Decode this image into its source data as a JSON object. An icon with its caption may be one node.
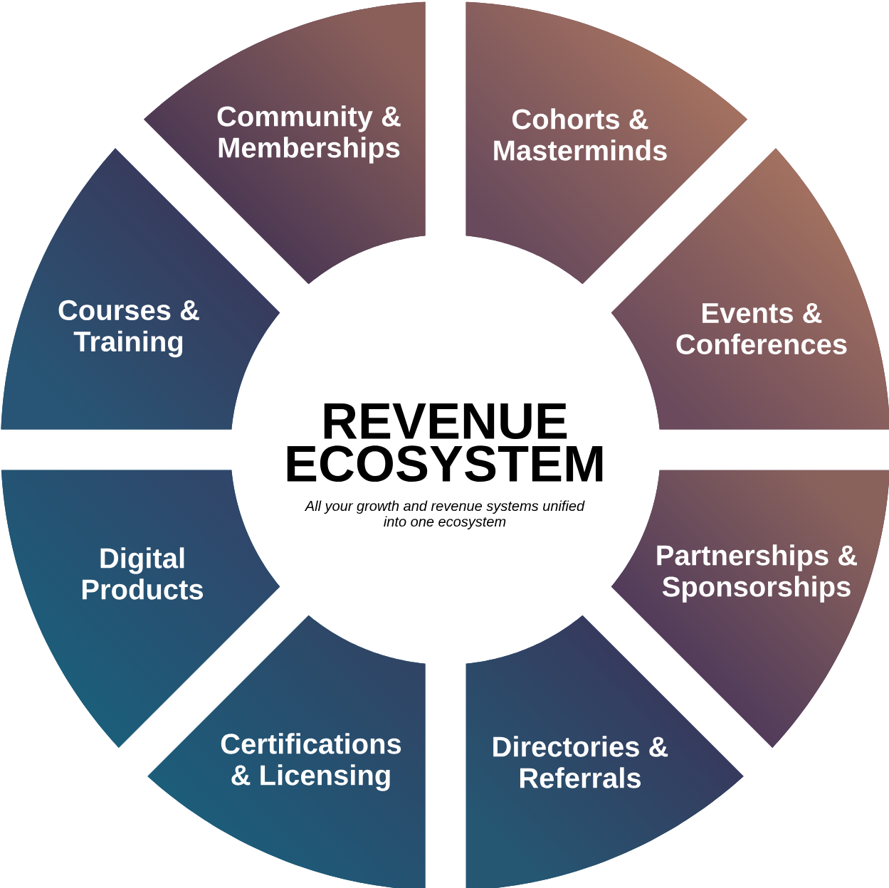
{
  "diagram": {
    "title": "REVENUE ECOSYSTEM",
    "nodes": [
      {
        "text": [
          "Community & Memberships"
        ]
      },
      {
        "text": [
          "Cohorts & Masterminds"
        ]
      },
      {
        "text": [
          "Events & Conferences"
        ]
      },
      {
        "text": [
          "Partnerships & Sponsorships"
        ]
      },
      {
        "text": [
          "Directories & Referrals"
        ]
      },
      {
        "text": [
          "Certifications & Licensing"
        ]
      },
      {
        "text": [
          "Digital Products"
        ]
      },
      {
        "text": [
          "Courses & Training"
        ]
      }
    ],
    "labels": [
      "All your growth and revenue systems unified into one ecosystem"
    ]
  }
}
